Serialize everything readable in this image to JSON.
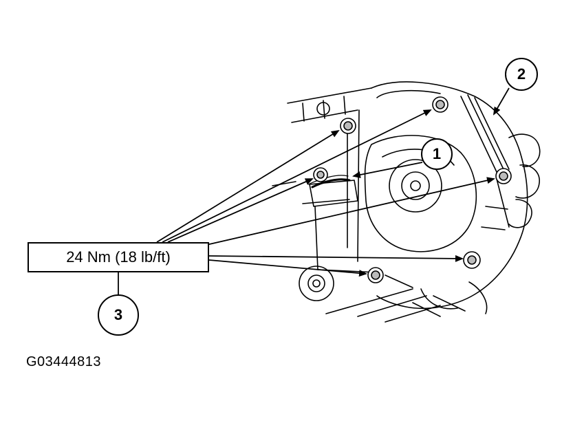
{
  "callouts": {
    "one": "1",
    "two": "2",
    "three": "3"
  },
  "torque_label": "24 Nm (18 lb/ft)",
  "figure_code": "G03444813",
  "colors": {
    "ink": "#000000",
    "paper": "#ffffff"
  }
}
